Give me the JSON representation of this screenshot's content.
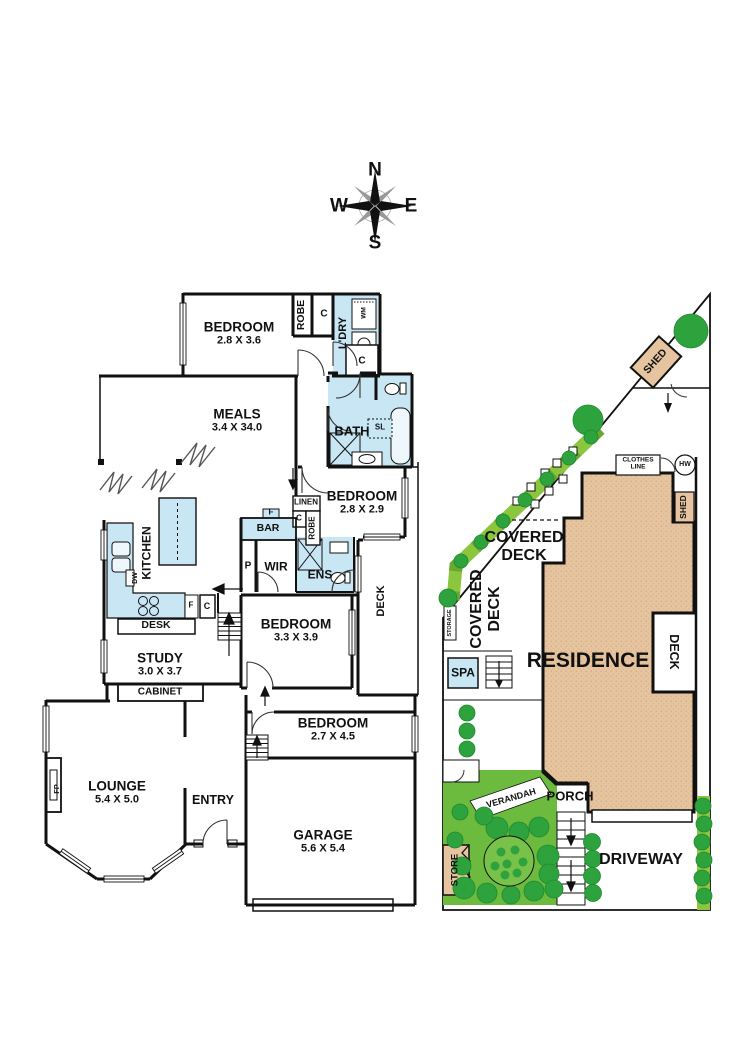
{
  "compass": {
    "north": "N",
    "south": "S",
    "east": "E",
    "west": "W"
  },
  "floorplan": {
    "bedroom1": {
      "name": "BEDROOM",
      "dims": "2.8 X 3.6"
    },
    "meals": {
      "name": "MEALS",
      "dims": "3.4 X 34.0"
    },
    "bedroom2": {
      "name": "BEDROOM",
      "dims": "2.8 X 2.9"
    },
    "bedroom3": {
      "name": "BEDROOM",
      "dims": "3.3 X 3.9"
    },
    "bedroom4": {
      "name": "BEDROOM",
      "dims": "2.7 X 4.5"
    },
    "study": {
      "name": "STUDY",
      "dims": "3.0 X 3.7"
    },
    "lounge": {
      "name": "LOUNGE",
      "dims": "5.4 X 5.0"
    },
    "garage": {
      "name": "GARAGE",
      "dims": "5.6 X 5.4"
    },
    "labels": {
      "robe": "ROBE",
      "cupboard": "C",
      "laundry": "L'DRY",
      "washing_machine": "WM",
      "bath": "BATH",
      "skylight": "SL",
      "linen": "LINEN",
      "fridge": "F",
      "bar": "BAR",
      "pantry": "P",
      "wir": "WIR",
      "ensuite": "ENS",
      "deck": "DECK",
      "kitchen": "KITCHEN",
      "dishwasher": "DW",
      "desk": "DESK",
      "cabinet": "CABINET",
      "fireplace": "FP",
      "entry": "ENTRY"
    }
  },
  "siteplan": {
    "residence": "RESIDENCE",
    "driveway": "DRIVEWAY",
    "porch": "PORCH",
    "verandah": "VERANDAH",
    "covered_deck_line1": "COVERED",
    "covered_deck_line2": "DECK",
    "deck": "DECK",
    "spa": "SPA",
    "storage": "STORAGE",
    "store": "STORE",
    "shed": "SHED",
    "hot_water": "HW",
    "clothes_line_line1": "CLOTHES",
    "clothes_line_line2": "LINE"
  },
  "colors": {
    "room_blue": "#c9e6f5",
    "residence_tan": "#e5c49f",
    "garden_green": "#6cbb3e",
    "bush_green": "#2ea23c",
    "strip_green": "#8cc63f",
    "wall_black": "#111111"
  }
}
